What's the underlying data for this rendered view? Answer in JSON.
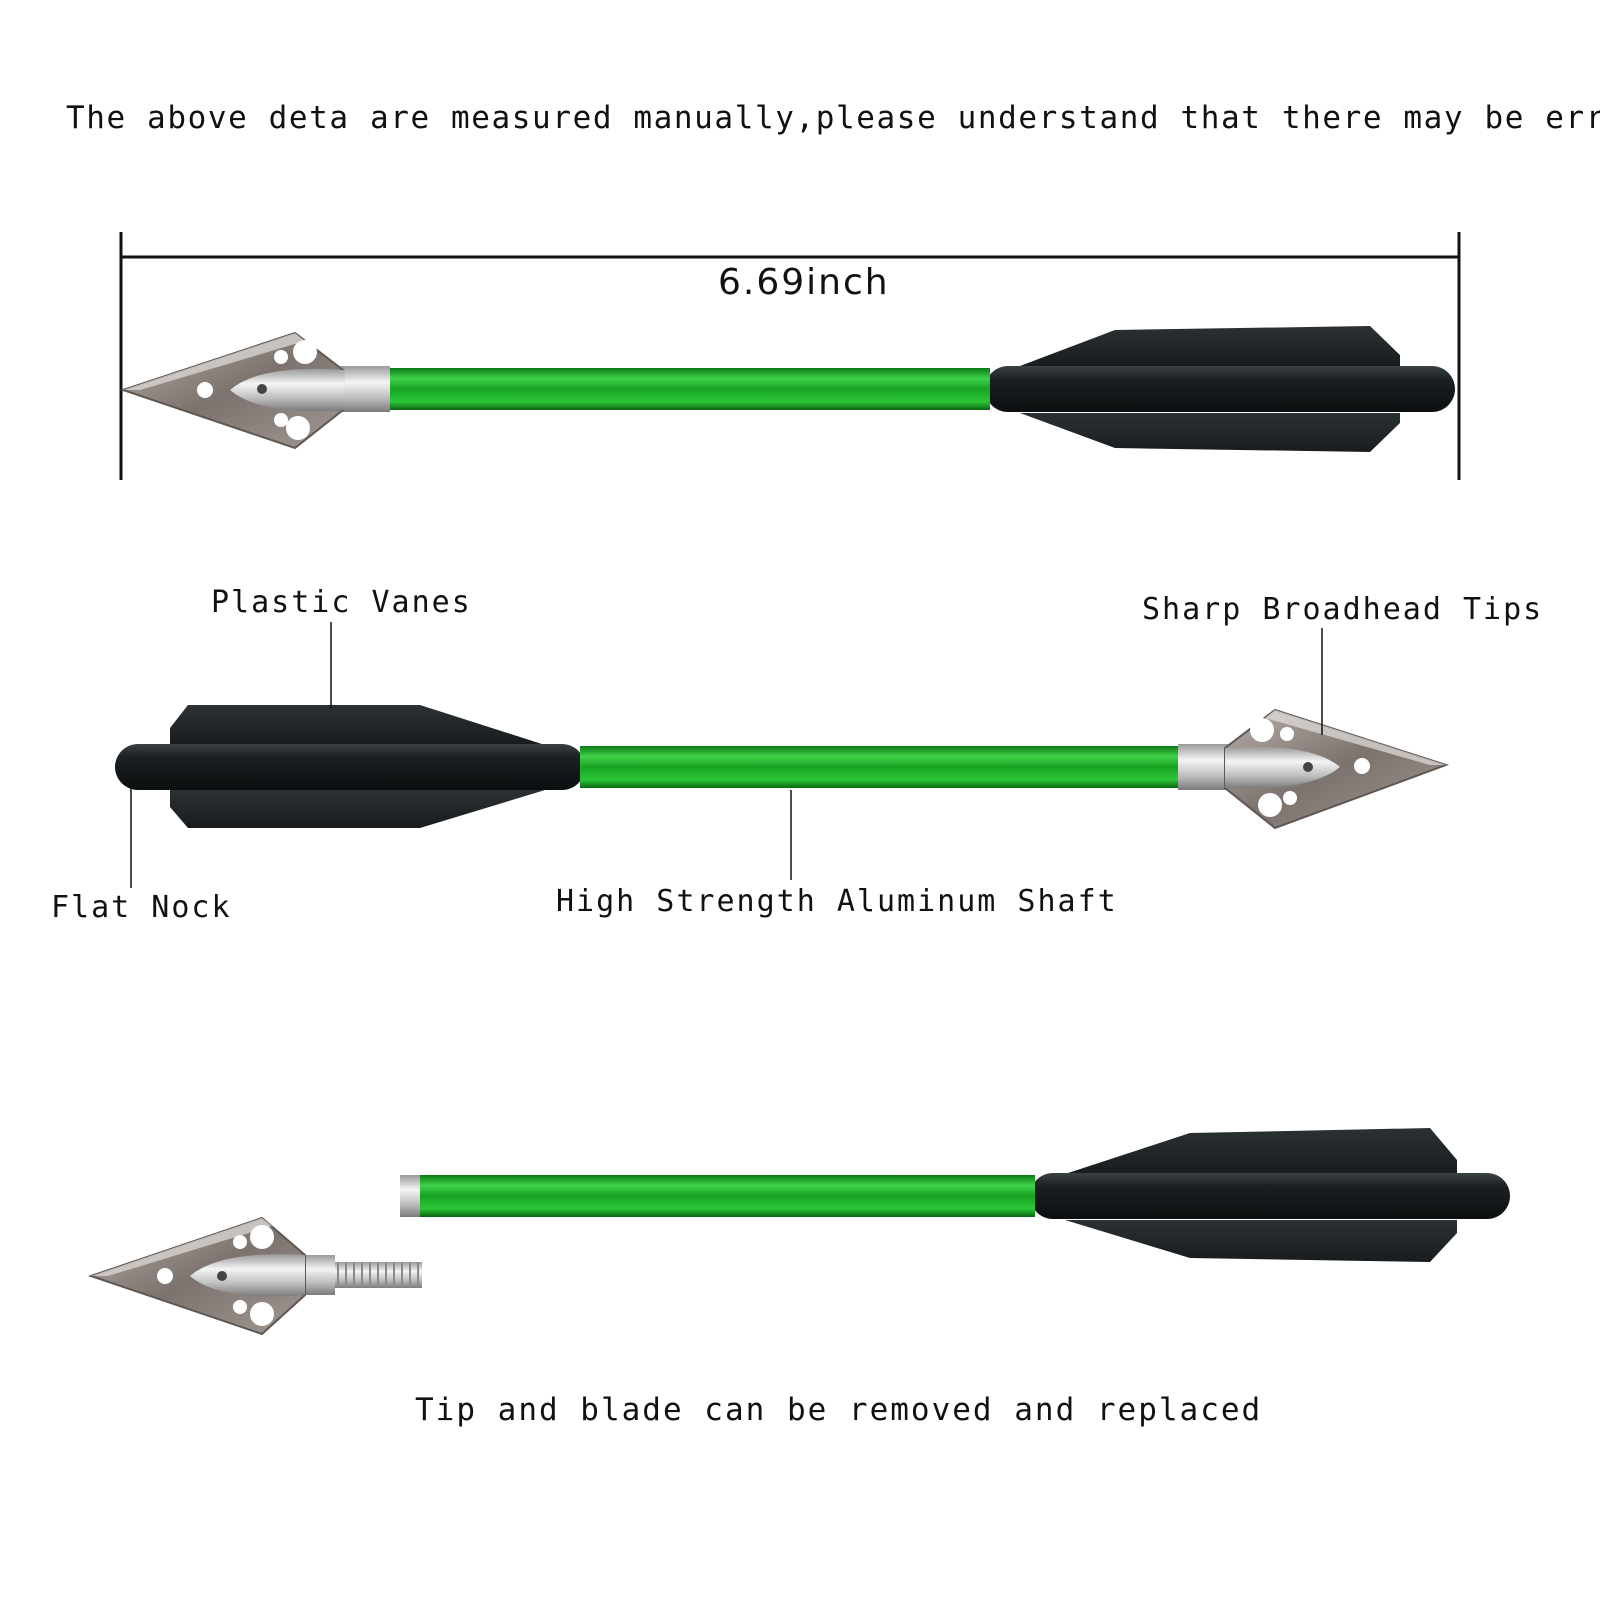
{
  "note": "The above deta are measured manually,please understand that there may be errors.",
  "dimension": {
    "length_label": "6.69inch"
  },
  "labels": {
    "vanes": "Plastic Vanes",
    "tips": "Sharp Broadhead Tips",
    "nock": "Flat Nock",
    "shaft": "High Strength Aluminum Shaft"
  },
  "caption": "Tip and blade can be removed and replaced",
  "colors": {
    "shaft_green": "#1fa82a",
    "vane_black": "#1d2224",
    "blade_steel": "#8f8682",
    "ferrule_silver": "#d3d3d3"
  }
}
